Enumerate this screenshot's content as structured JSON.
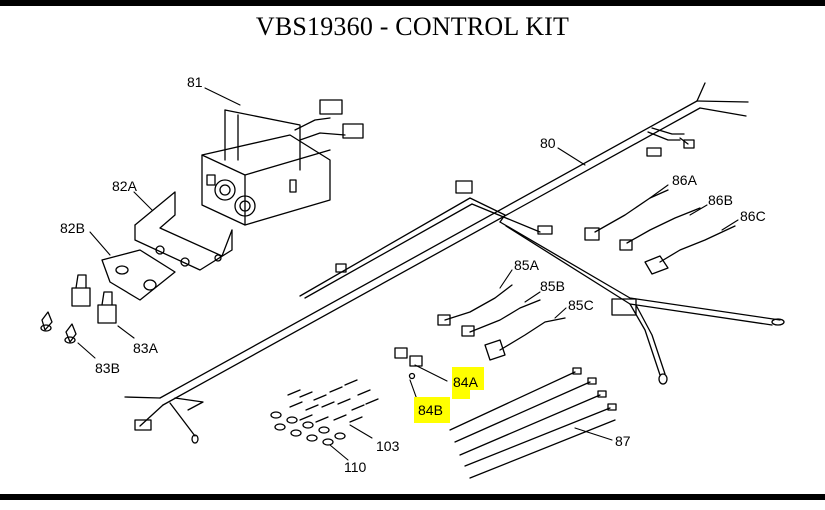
{
  "title": "VBS19360 - CONTROL KIT",
  "highlight_color": "#ffff00",
  "callouts": {
    "p81": "81",
    "p80": "80",
    "p82a": "82A",
    "p82b": "82B",
    "p83a": "83A",
    "p83b": "83B",
    "p84a": "84A",
    "p84b": "84B",
    "p85a": "85A",
    "p85b": "85B",
    "p85c": "85C",
    "p86a": "86A",
    "p86b": "86B",
    "p86c": "86C",
    "p87": "87",
    "p103": "103",
    "p110": "110"
  }
}
